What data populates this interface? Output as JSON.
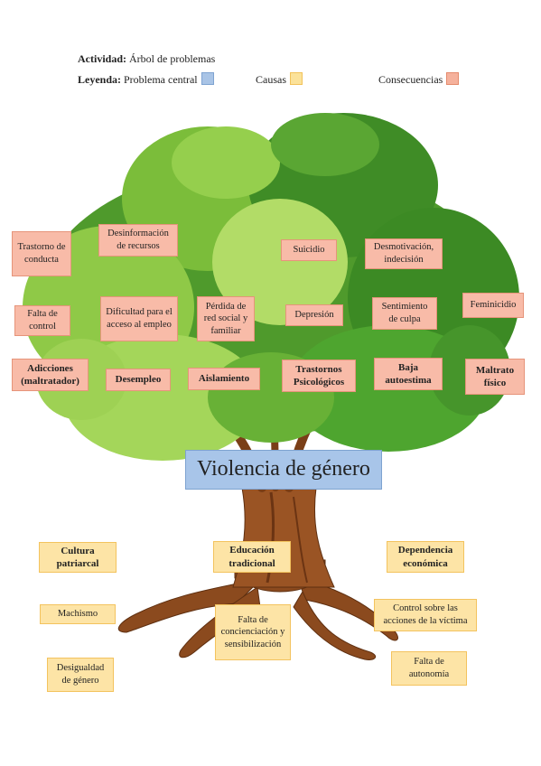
{
  "header": {
    "activity_label": "Actividad:",
    "activity_value": "Árbol de problemas",
    "legend_label": "Leyenda:",
    "legend_central": "Problema central",
    "legend_causes": "Causas",
    "legend_consequences": "Consecuencias"
  },
  "colors": {
    "central": "#a8c5e9",
    "causes": "#fde4a6",
    "consequences": "#f8bba8"
  },
  "central_problem": "Violencia de género",
  "consequences": {
    "trastorno_conducta": "Trastorno de conducta",
    "desinformacion": "Desinformación de recursos",
    "suicidio": "Suicidio",
    "desmotivacion": "Desmotivación, indecisión",
    "falta_control": "Falta de control",
    "dificultad_empleo": "Dificultad para el acceso al empleo",
    "perdida_red": "Pérdida de red social y familiar",
    "depresion": "Depresión",
    "sentimiento_culpa": "Sentimiento de culpa",
    "feminicidio": "Feminicidio",
    "adicciones": "Adicciones (maltratador)",
    "desempleo": "Desempleo",
    "aislamiento": "Aislamiento",
    "trastornos_psicologicos": "Trastornos Psicológicos",
    "baja_autoestima": "Baja autoestima",
    "maltrato_fisico": "Maltrato físico"
  },
  "causes": {
    "cultura_patriarcal": "Cultura patriarcal",
    "educacion_tradicional": "Educación tradicional",
    "dependencia_economica": "Dependencia económica",
    "machismo": "Machismo",
    "falta_concienciacion": "Falta de concienciación y sensibilización",
    "control_acciones": "Control sobre las acciones de la víctima",
    "desigualdad_genero": "Desigualdad de género",
    "falta_autonomia": "Falta de autonomía"
  }
}
